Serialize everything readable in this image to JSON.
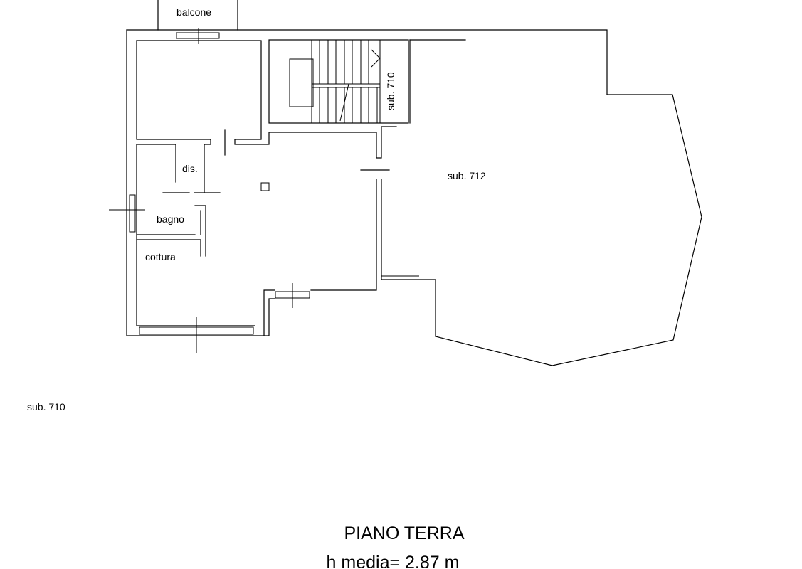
{
  "rooms": {
    "balcone": "balcone",
    "dis": "dis.",
    "bagno": "bagno",
    "cottura": "cottura"
  },
  "subunits": {
    "stair": "sub. 710",
    "right": "sub. 712",
    "left": "sub. 710"
  },
  "footer": {
    "floor": "PIANO TERRA",
    "height": "h media= 2.87 m"
  }
}
